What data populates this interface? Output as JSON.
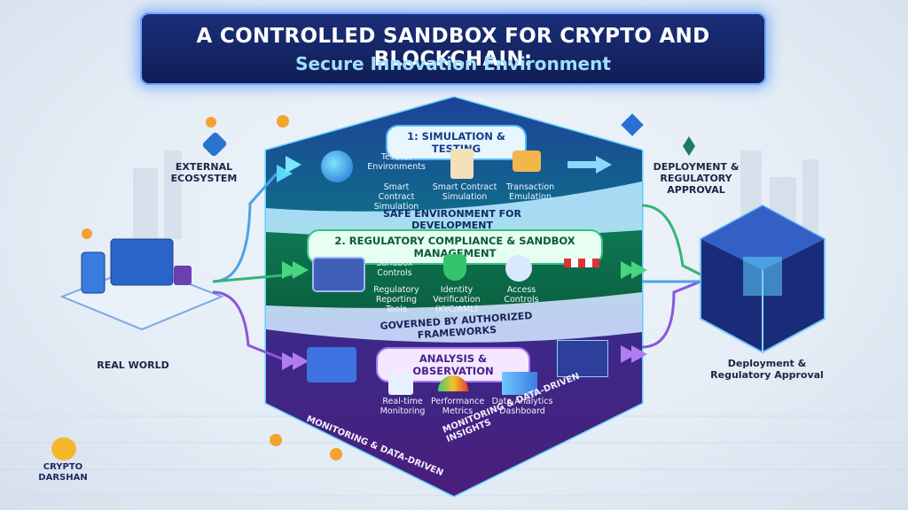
{
  "title": {
    "line1": "A CONTROLLED SANDBOX FOR CRYPTO AND BLOCKCHAIN:",
    "line2": "Secure Innovation Environment"
  },
  "left": {
    "external": "EXTERNAL ECOSYSTEM",
    "real_world": "REAL WORLD"
  },
  "right": {
    "top_label": "DEPLOYMENT & REGULATORY APPROVAL",
    "bottom_label": "Deployment & Regulatory Approval"
  },
  "sections": {
    "s1": {
      "heading": "1: SIMULATION & TESTING",
      "items": [
        "Testnet Environments",
        "Smart Contract Simulation",
        "Smart Contract Simulation",
        "Transaction Emulation"
      ],
      "footer": "SAFE ENVIRONMENT FOR DEVELOPMENT"
    },
    "s2": {
      "heading": "2. REGULATORY COMPLIANCE & SANDBOX MANAGEMENT",
      "items": [
        "Sandbox Controls",
        "Regulatory Reporting Tools",
        "Identity Verification (KYC/AML)",
        "Access Controls"
      ],
      "footer": "GOVERNED BY AUTHORIZED FRAMEWORKS"
    },
    "s3": {
      "heading": "ANALYSIS & OBSERVATION",
      "items": [
        "Real-time Monitoring",
        "Performance Metrics",
        "Data Analytics Dashboard"
      ],
      "footer_left": "MONITORING & DATA-DRIVEN",
      "footer_right": "MONITORING & DATA-DRIVEN INSIGHTS"
    }
  },
  "brand": {
    "line1": "CRYPTO",
    "line2": "DARSHAN"
  },
  "colors": {
    "blue": "#1e4fb0",
    "green": "#138a52",
    "purple": "#5b2aa0",
    "accent": "#49e0ff"
  }
}
